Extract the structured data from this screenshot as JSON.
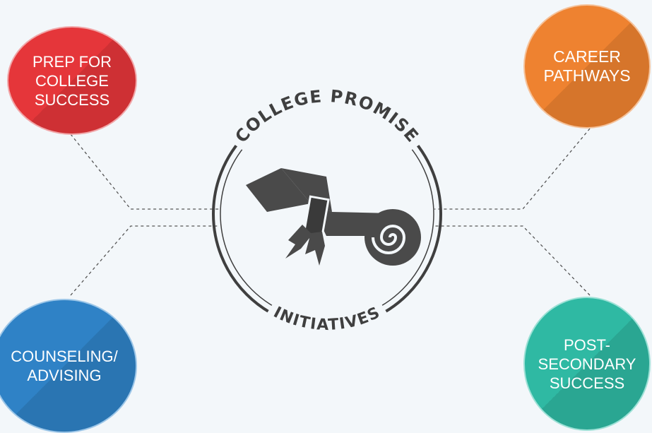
{
  "center": {
    "title_top": "COLLEGE PROMISE",
    "title_bottom": "INITIATIVES",
    "icon": "diploma-scroll-icon"
  },
  "nodes": [
    {
      "id": "prep",
      "label": "PREP FOR\nCOLLEGE\nSUCCESS",
      "color": "#e5363a"
    },
    {
      "id": "career",
      "label": "CAREER\nPATHWAYS",
      "color": "#ee8230"
    },
    {
      "id": "counseling",
      "label": "COUNSELING/\nADVISING",
      "color": "#2f82c6"
    },
    {
      "id": "postsecondary",
      "label": "POST-\nSECONDARY\nSUCCESS",
      "color": "#2fb9a3"
    }
  ]
}
